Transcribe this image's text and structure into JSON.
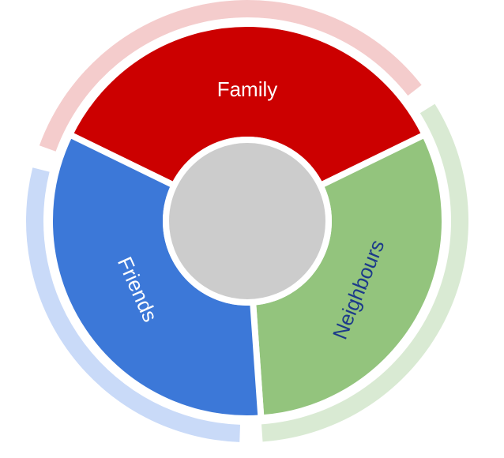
{
  "diagram": {
    "segments": [
      {
        "id": "family",
        "label": "Family",
        "fill": "#cc0000",
        "outer_ring": "#f4cccc",
        "label_color": "#ffffff"
      },
      {
        "id": "neighbours",
        "label": "Neighbours",
        "fill": "#93c47d",
        "outer_ring": "#d9ead3",
        "label_color": "#1c3a8a"
      },
      {
        "id": "friends",
        "label": "Friends",
        "fill": "#3c78d8",
        "outer_ring": "#c9daf8",
        "label_color": "#ffffff"
      }
    ],
    "center_fill": "#cccccc"
  }
}
